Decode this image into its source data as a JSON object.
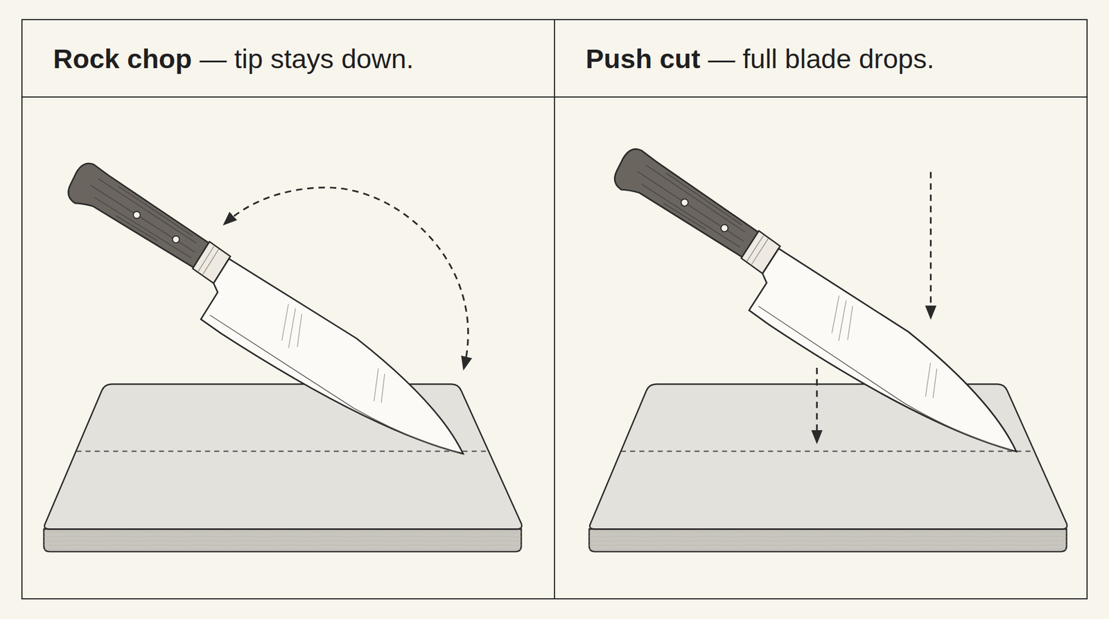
{
  "diagram": {
    "nodes": [
      {
        "text": [
          "Rock chop",
          "— tip stays down."
        ]
      },
      {
        "text": [
          "Push cut",
          "— full blade drops."
        ]
      }
    ]
  }
}
